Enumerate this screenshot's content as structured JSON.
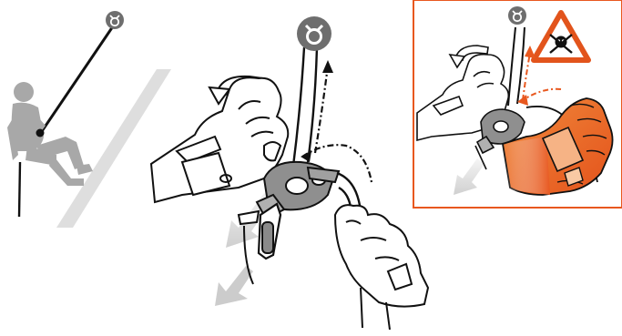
{
  "illustration": {
    "subject": "",
    "panels": [
      {
        "id": "climber-overview"
      },
      {
        "id": "device-operation-main"
      },
      {
        "id": "inset-incorrect-handling"
      }
    ]
  },
  "colors": {
    "outline": "#1a1a1a",
    "glove_fill": "#ffffff",
    "climber_gray": "#a6a6a6",
    "anchor_gray": "#7a7a7a",
    "slope_gray": "#d9d9d9",
    "device_gray": "#8f8f8f",
    "accent_orange": "#e8581f",
    "warning_orange": "#e2541c",
    "inset_border": "#e8581f"
  },
  "icons": {
    "anchor": "anchor-icon",
    "warning": "skull-crossbones-warning-icon",
    "arrow_rotate": "rotate-arrow-icon",
    "arrow_down": "down-arrow-icon"
  }
}
